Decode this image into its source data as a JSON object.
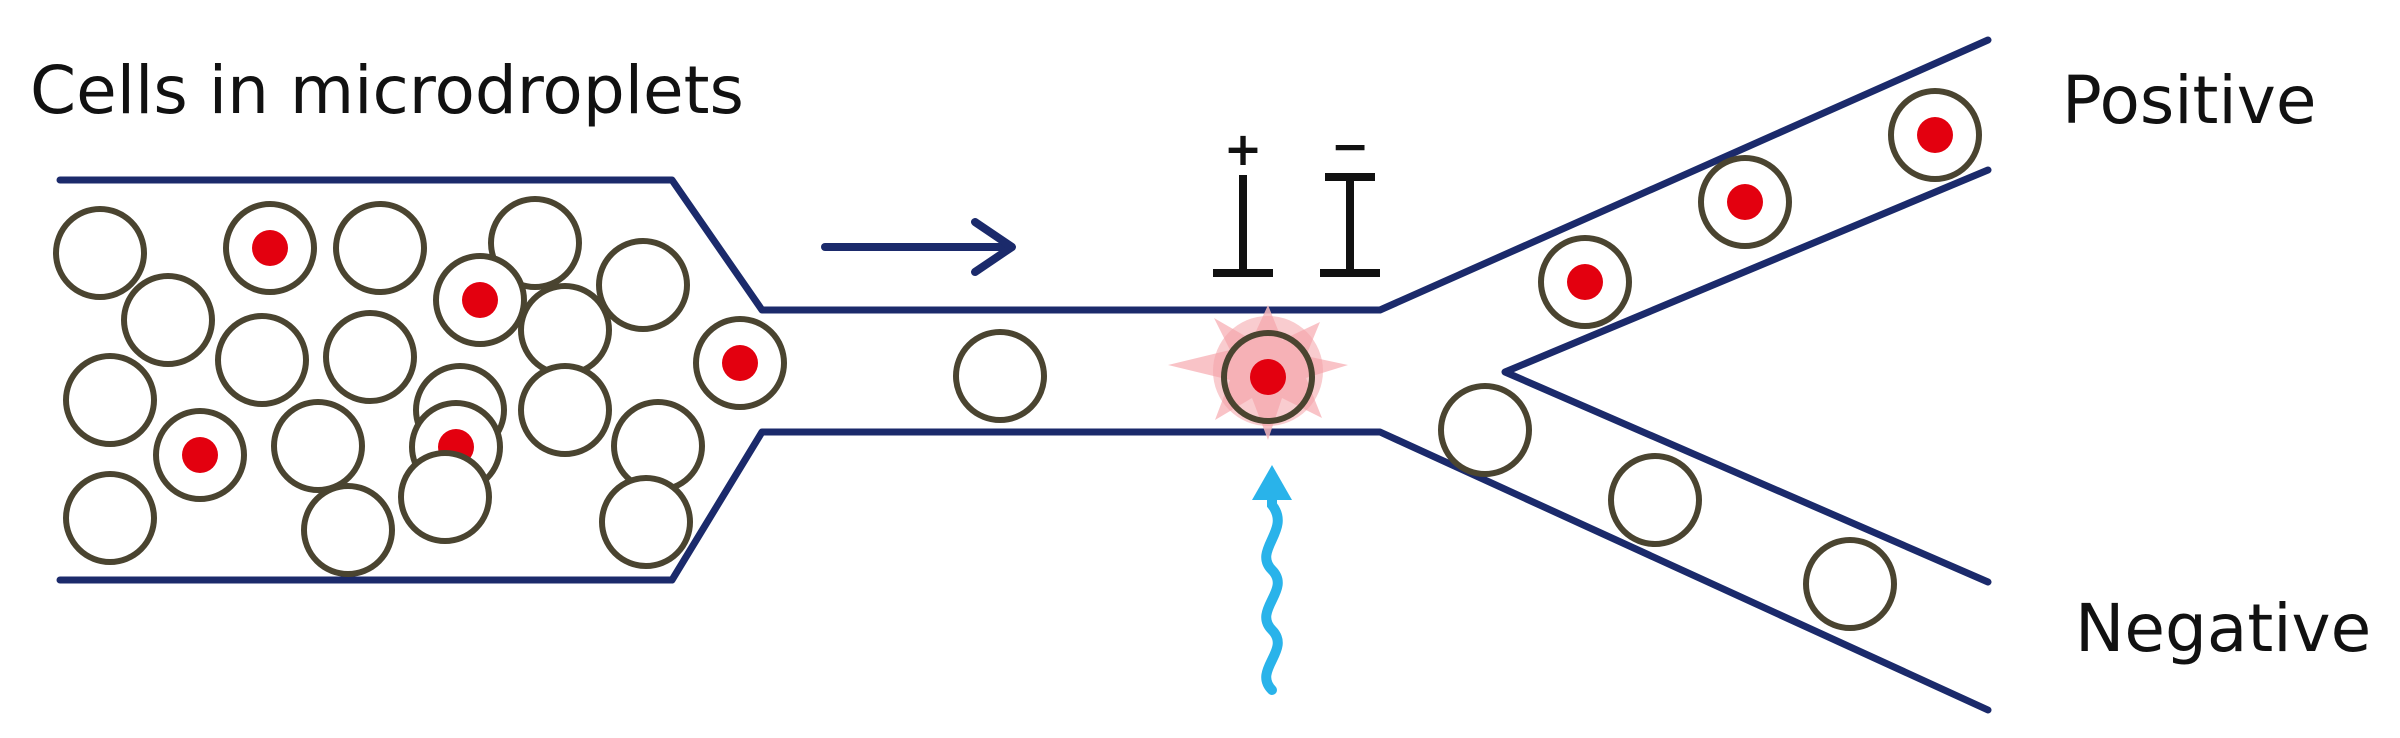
{
  "labels": {
    "input": "Cells in microdroplets",
    "positive": "Positive",
    "negative": "Negative"
  },
  "electrodes": {
    "left_sign": "+",
    "right_sign": "−"
  },
  "colors": {
    "channel": "#1b2a6b",
    "droplet_ring": "#4a4430",
    "cell": "#e3000f",
    "flow_arrow": "#1b2a6b",
    "laser": "#29b3ea",
    "fluorescence_flash": "#f7a1a6",
    "electrode": "#111111"
  },
  "icons": {
    "flow_direction": "arrow-right-icon",
    "excitation": "squiggle-arrow-up-icon",
    "electrodes": "electrode-icon",
    "fluorescence": "starburst-icon"
  }
}
